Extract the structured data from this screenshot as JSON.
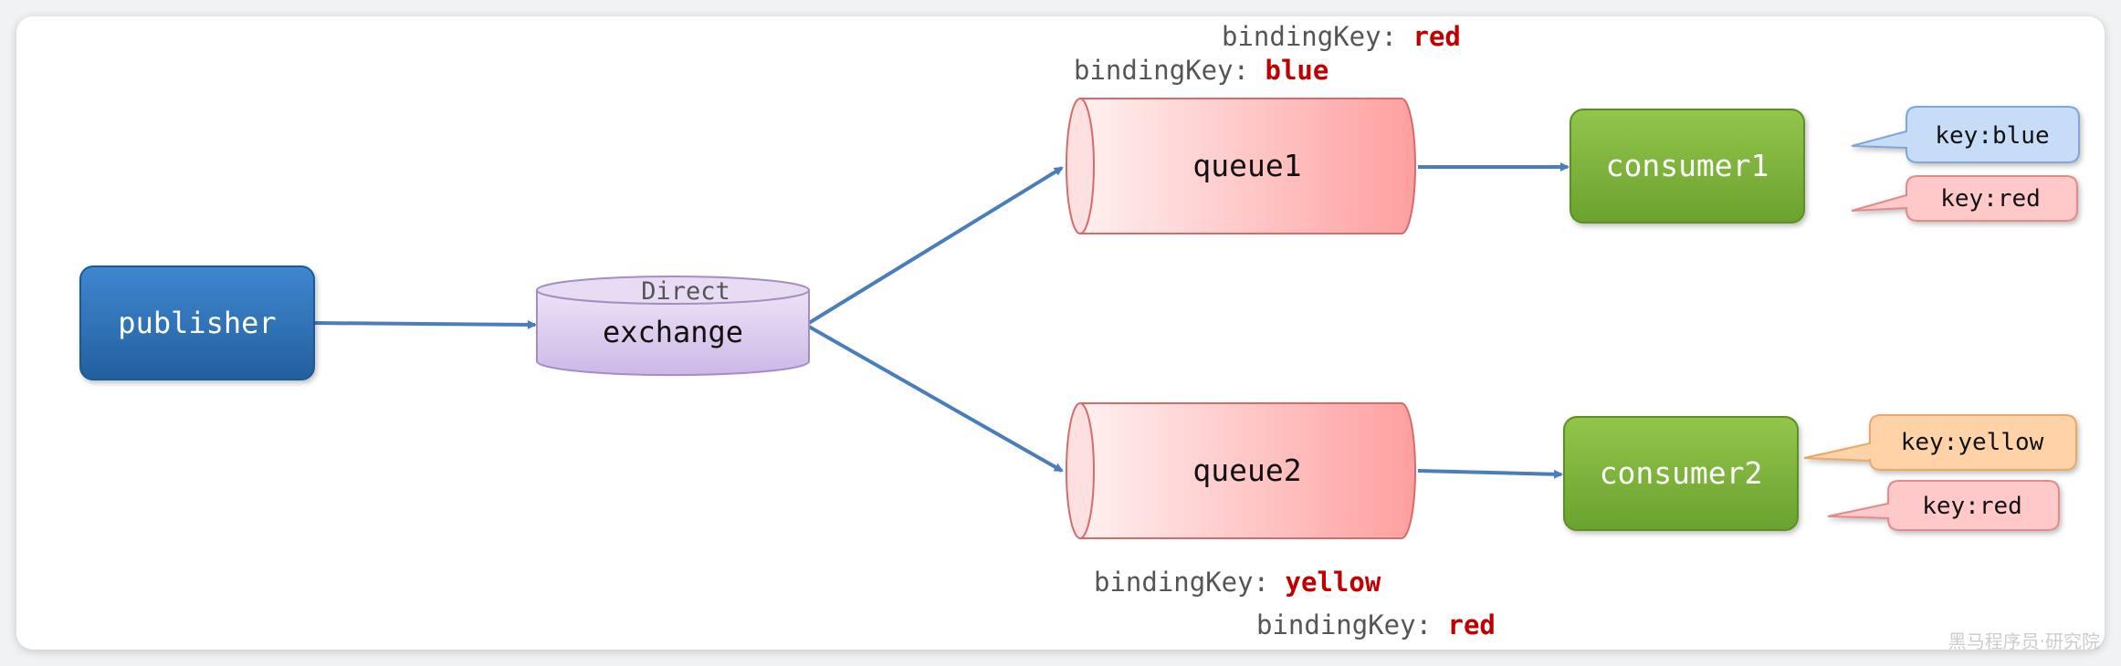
{
  "nodes": {
    "publisher": "publisher",
    "exchange": {
      "type": "Direct",
      "label": "exchange"
    },
    "queue1": "queue1",
    "queue2": "queue2",
    "consumer1": "consumer1",
    "consumer2": "consumer2"
  },
  "bindings": {
    "prefix": "bindingKey: ",
    "q1_red": "red",
    "q1_blue": "blue",
    "q2_yellow": "yellow",
    "q2_red": "red"
  },
  "callouts": {
    "c1_blue": "key:blue",
    "c1_red": "key:red",
    "c2_yellow": "key:yellow",
    "c2_red": "key:red"
  },
  "watermark": "黑马程序员·研究院",
  "colors": {
    "key_value": "#c00000",
    "arrow": "#4a7ebb",
    "publisher": "#2e75b6",
    "consumer": "#7cb342",
    "queue": "#ff9e9e",
    "exchange": "#d9c7ec"
  }
}
